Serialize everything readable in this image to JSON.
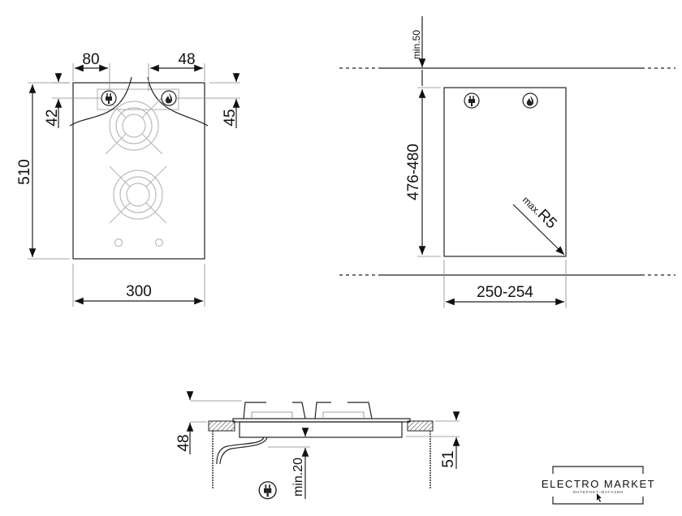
{
  "front_view": {
    "dim_80": "80",
    "dim_48": "48",
    "dim_42": "42",
    "dim_45": "45",
    "dim_510": "510",
    "dim_300": "300"
  },
  "cutout_view": {
    "dim_min50": "min.50",
    "dim_476_480": "476-480",
    "dim_250_254": "250-254",
    "radius_label": "max.",
    "radius_value": "R5"
  },
  "side_view": {
    "dim_48": "48",
    "dim_51": "51",
    "dim_min20": "min.20"
  },
  "logo": {
    "title": "ELECTRO MARKET",
    "subtitle": "ИНТЕРНЕТ-МАГАЗИН"
  },
  "icons": [
    "plug-icon",
    "flame-icon"
  ]
}
